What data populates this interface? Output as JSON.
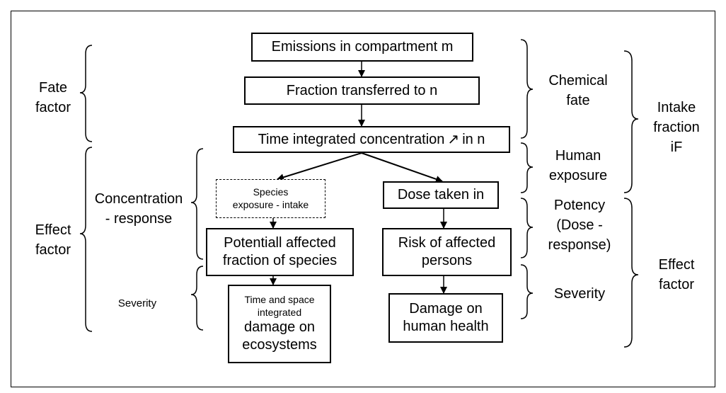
{
  "nodes": {
    "emissions": "Emissions in compartment m",
    "fraction": "Fraction transferred to n",
    "time_conc": "Time integrated concentration",
    "time_conc_glyph": "↗",
    "time_conc_suffix": "in n",
    "species_exposure_1": "Species",
    "species_exposure_2": "exposure - intake",
    "dose": "Dose taken in",
    "paf_1": "Potentiall affected",
    "paf_2": "fraction of species",
    "risk_1": "Risk of affected",
    "risk_2": "persons",
    "eco_damage_1": "Time and space",
    "eco_damage_2": "integrated",
    "eco_damage_3": "damage on",
    "eco_damage_4": "ecosystems",
    "human_damage_1": "Damage on",
    "human_damage_2": "human health"
  },
  "left_labels": {
    "fate_1": "Fate",
    "fate_2": "factor",
    "effect_1": "Effect",
    "effect_2": "factor",
    "conc_resp_1": "Concentration",
    "conc_resp_2": "- response",
    "severity": "Severity"
  },
  "right_labels": {
    "chem_fate_1": "Chemical",
    "chem_fate_2": "fate",
    "human_exp_1": "Human",
    "human_exp_2": "exposure",
    "potency_1": "Potency",
    "potency_2": "(Dose -",
    "potency_3": "response)",
    "severity": "Severity",
    "intake_1": "Intake",
    "intake_2": "fraction",
    "intake_3": "iF",
    "effect_1": "Effect",
    "effect_2": "factor"
  }
}
